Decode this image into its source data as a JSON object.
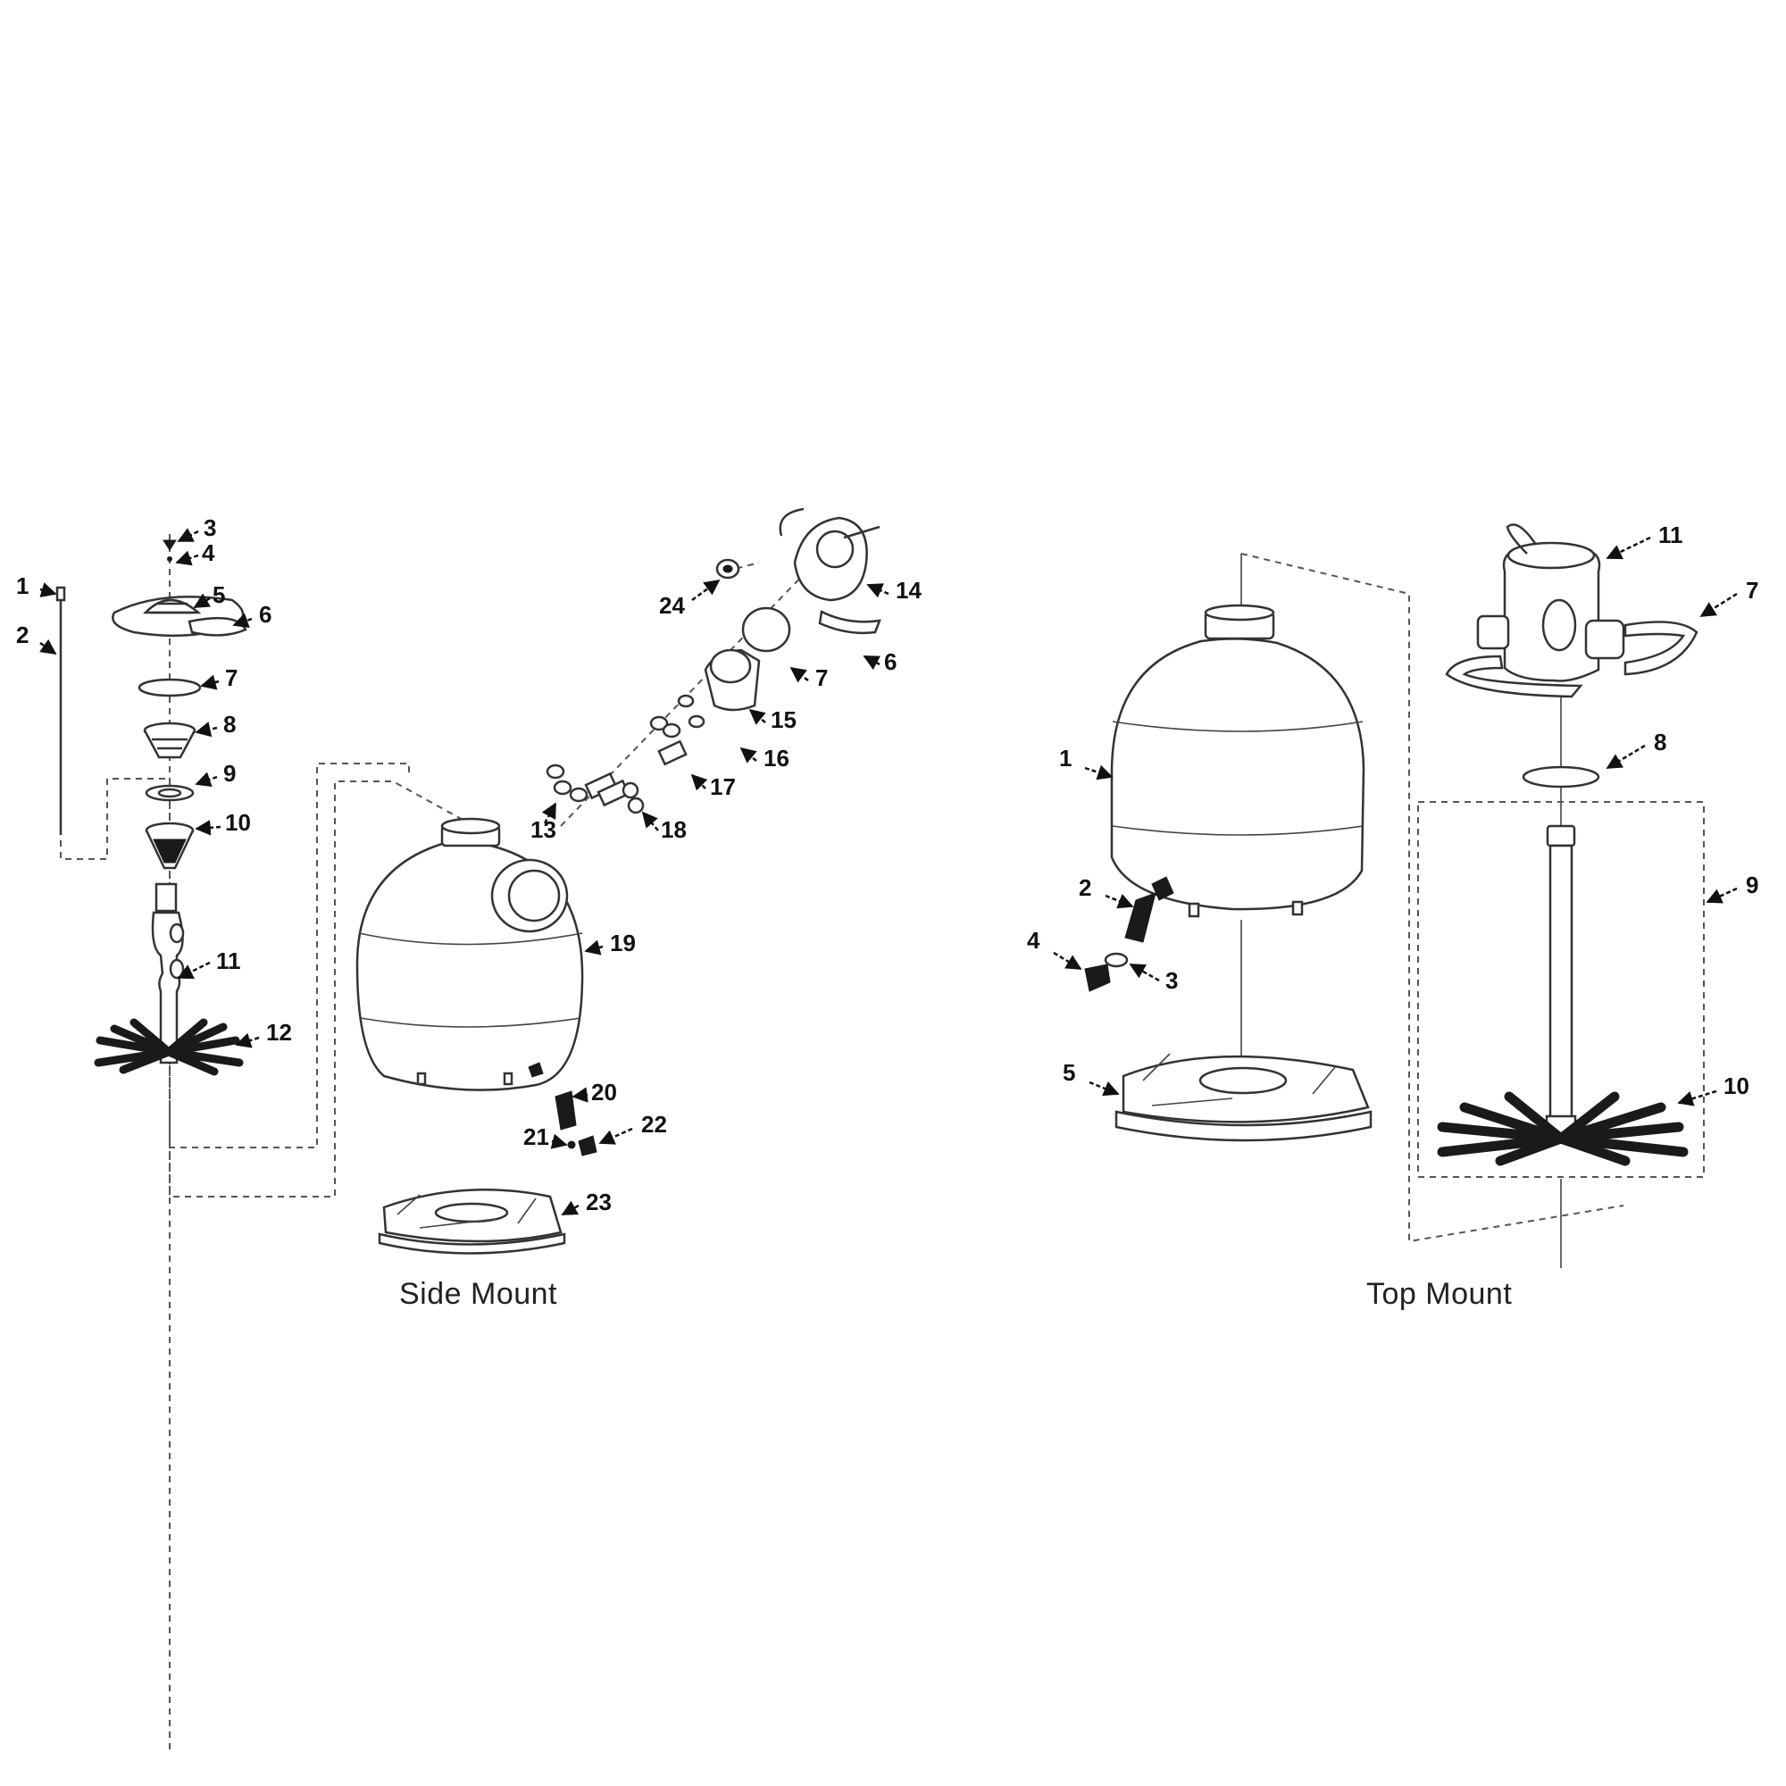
{
  "captions": {
    "side_mount": "Side Mount",
    "top_mount": "Top Mount"
  },
  "side_callouts": [
    "1",
    "2",
    "3",
    "4",
    "5",
    "6",
    "7",
    "8",
    "9",
    "10",
    "11",
    "12",
    "13",
    "14",
    "6",
    "7",
    "15",
    "16",
    "17",
    "18",
    "19",
    "20",
    "21",
    "22",
    "23",
    "24"
  ],
  "top_callouts": [
    "1",
    "2",
    "3",
    "4",
    "5",
    "7",
    "8",
    "9",
    "10",
    "11"
  ]
}
